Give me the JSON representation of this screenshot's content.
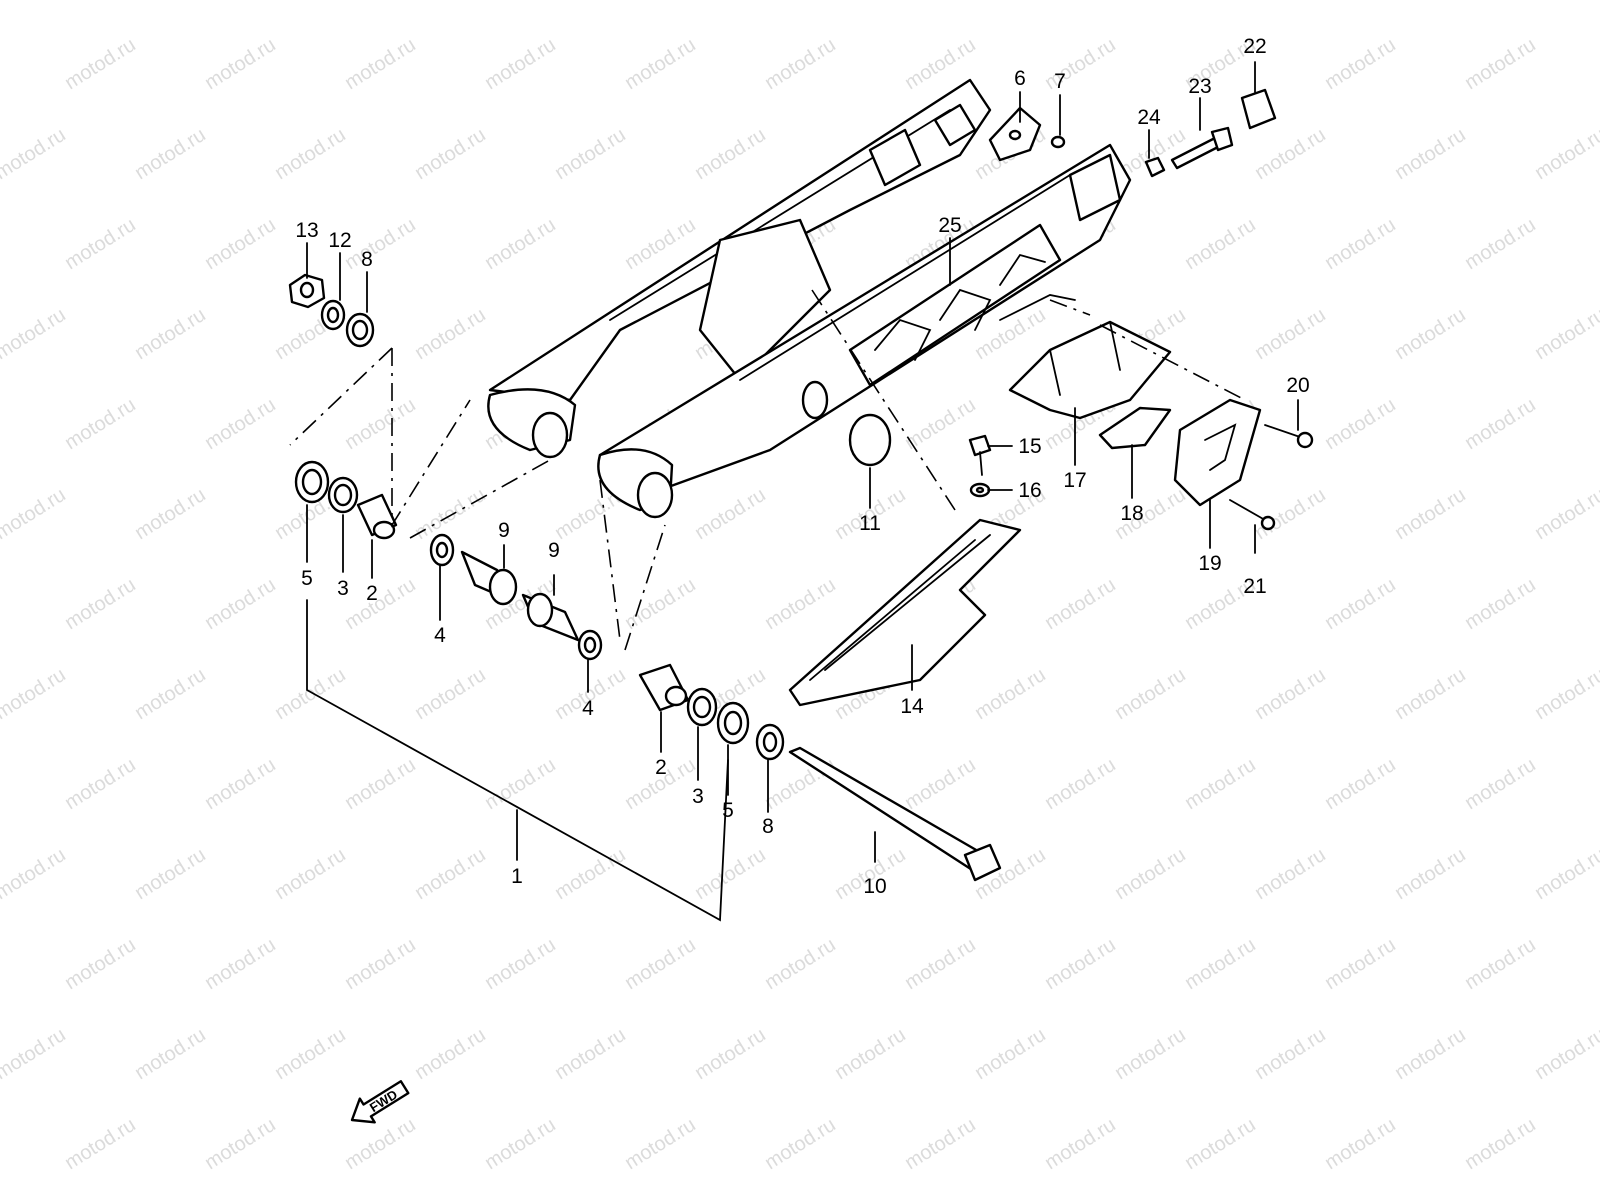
{
  "watermark": {
    "text": "motod.ru",
    "color": "#9a9a9a"
  },
  "callouts": [
    "1",
    "2",
    "2",
    "3",
    "3",
    "4",
    "4",
    "5",
    "5",
    "6",
    "7",
    "8",
    "8",
    "9",
    "9",
    "10",
    "11",
    "12",
    "13",
    "14",
    "15",
    "16",
    "17",
    "18",
    "19",
    "20",
    "21",
    "22",
    "23",
    "24",
    "25"
  ],
  "fwd_marker": {
    "label": "FWD",
    "icon": "forward-arrow-icon"
  },
  "colors": {
    "line": "#000000",
    "background": "#ffffff"
  }
}
